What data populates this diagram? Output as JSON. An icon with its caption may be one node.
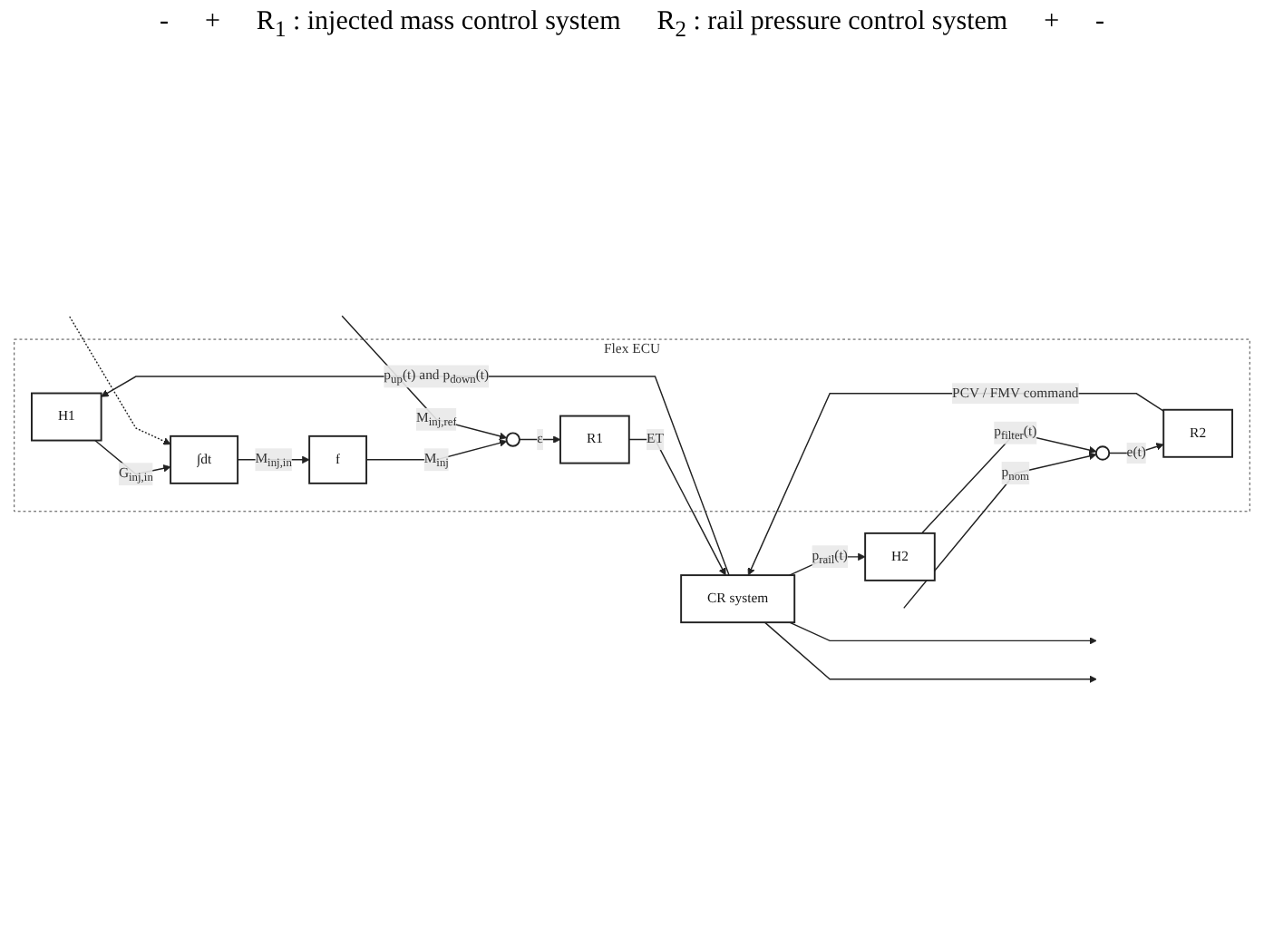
{
  "diagram": {
    "nodes": [
      {
        "text": [
          "Flex ECU"
        ]
      },
      {
        "text": [
          "H1"
        ],
        "in": 0
      },
      {
        "text": [
          "∫dt"
        ],
        "in": 0
      },
      {
        "text": [
          "f"
        ],
        "in": 0
      },
      {
        "text": [],
        "shape": "circle",
        "in": 0
      },
      {
        "text": [
          "R1"
        ],
        "in": 0
      },
      {
        "text": [],
        "shape": "circle",
        "in": 0
      },
      {
        "text": [
          "R2"
        ],
        "in": 0
      },
      {
        "text": [
          "CR system"
        ]
      },
      {
        "text": [
          "H2"
        ]
      }
    ],
    "edges": [
      {
        "from": 1,
        "to": 2,
        "arrow": "to",
        "label": "G$_{inj,in}$"
      },
      {
        "from": 2,
        "to": 3,
        "arrow": "to",
        "label": "M$_{inj,in}$"
      },
      {
        "from": 3,
        "to": 4,
        "arrow": "to",
        "label": "M$_{inj}$"
      },
      {
        "from": null,
        "to": 4,
        "arrow": "to",
        "label": "M$_{inj,ref}$"
      },
      {
        "from": 4,
        "to": 5,
        "arrow": "to",
        "label": "ε"
      },
      {
        "from": 5,
        "to": 8,
        "arrow": "to",
        "label": "ET"
      },
      {
        "from": null,
        "to": 6,
        "arrow": "to",
        "label": "p$_{nom}$"
      },
      {
        "from": null,
        "to": 2,
        "arrow": "to",
        "style": "dashed"
      },
      {
        "from": 6,
        "to": 7,
        "arrow": "to",
        "label": "e(t)"
      },
      {
        "from": 7,
        "to": 8,
        "arrow": "to",
        "label": "PCV / FMV command"
      },
      {
        "from": 8,
        "to": null,
        "arrow": "to"
      },
      {
        "from": 8,
        "to": 1,
        "arrow": "to",
        "label": "p$_{up}$(t) and p$_{down}$(t)"
      },
      {
        "from": 8,
        "to": null,
        "arrow": "to"
      },
      {
        "from": 8,
        "to": 9,
        "arrow": "to",
        "label": "p$_{rail}$(t)"
      },
      {
        "from": 9,
        "to": 6,
        "arrow": "to",
        "label": "p$_{filter}$(t)"
      }
    ],
    "labels": [
      "-",
      "+",
      "R$_{1}$ : injected mass control system",
      "R$_{2}$ : rail pressure control system",
      "+",
      "-"
    ]
  }
}
